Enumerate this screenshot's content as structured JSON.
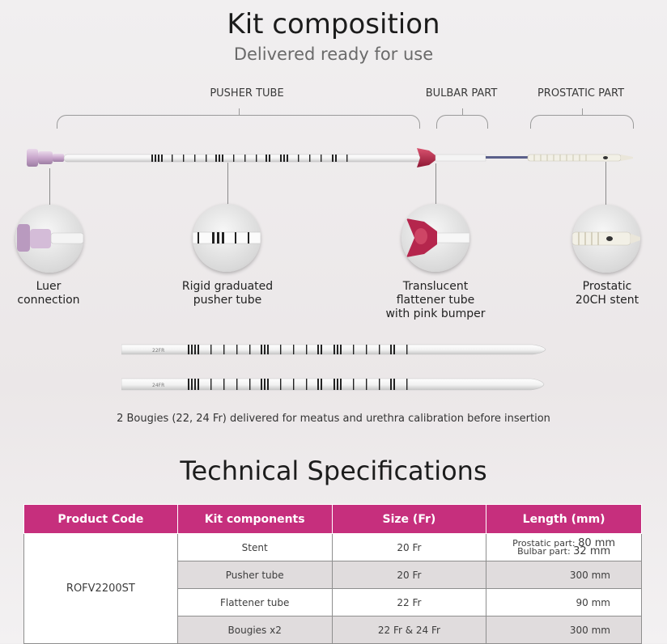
{
  "header": {
    "title": "Kit composition",
    "subtitle": "Delivered ready for use"
  },
  "sections": {
    "pusher_tube": "PUSHER TUBE",
    "bulbar_part": "BULBAR PART",
    "prostatic_part": "PROSTATIC PART"
  },
  "callouts": {
    "luer": [
      "Luer",
      "connection"
    ],
    "pusher": [
      "Rigid graduated",
      "pusher tube"
    ],
    "flattener": [
      "Translucent",
      "flattener tube",
      "with pink bumper"
    ],
    "stent": [
      "Prostatic",
      "20CH stent"
    ]
  },
  "bougies": {
    "bougie_1_label": "22FR",
    "bougie_2_label": "24FR",
    "caption": "2 Bougies (22, 24 Fr) delivered for meatus and urethra calibration before insertion"
  },
  "specs": {
    "title": "Technical Specifications",
    "headers": [
      "Product Code",
      "Kit components",
      "Size (Fr)",
      "Length (mm)"
    ],
    "product_code": "ROFV2200ST",
    "rows": [
      {
        "component": "Stent",
        "size": "20 Fr",
        "length_prostatic_label": "Prostatic part:",
        "length_prostatic_value": "80 mm",
        "length_bulbar_label": "Bulbar part:",
        "length_bulbar_value": "32 mm"
      },
      {
        "component": "Pusher tube",
        "size": "20 Fr",
        "length": "300 mm"
      },
      {
        "component": "Flattener tube",
        "size": "22 Fr",
        "length": "90 mm"
      },
      {
        "component": "Bougies x2",
        "size": "22 Fr  & 24 Fr",
        "length": "300 mm"
      }
    ]
  },
  "colors": {
    "accent": "#c62f7d",
    "bumper": "#b5264d"
  }
}
